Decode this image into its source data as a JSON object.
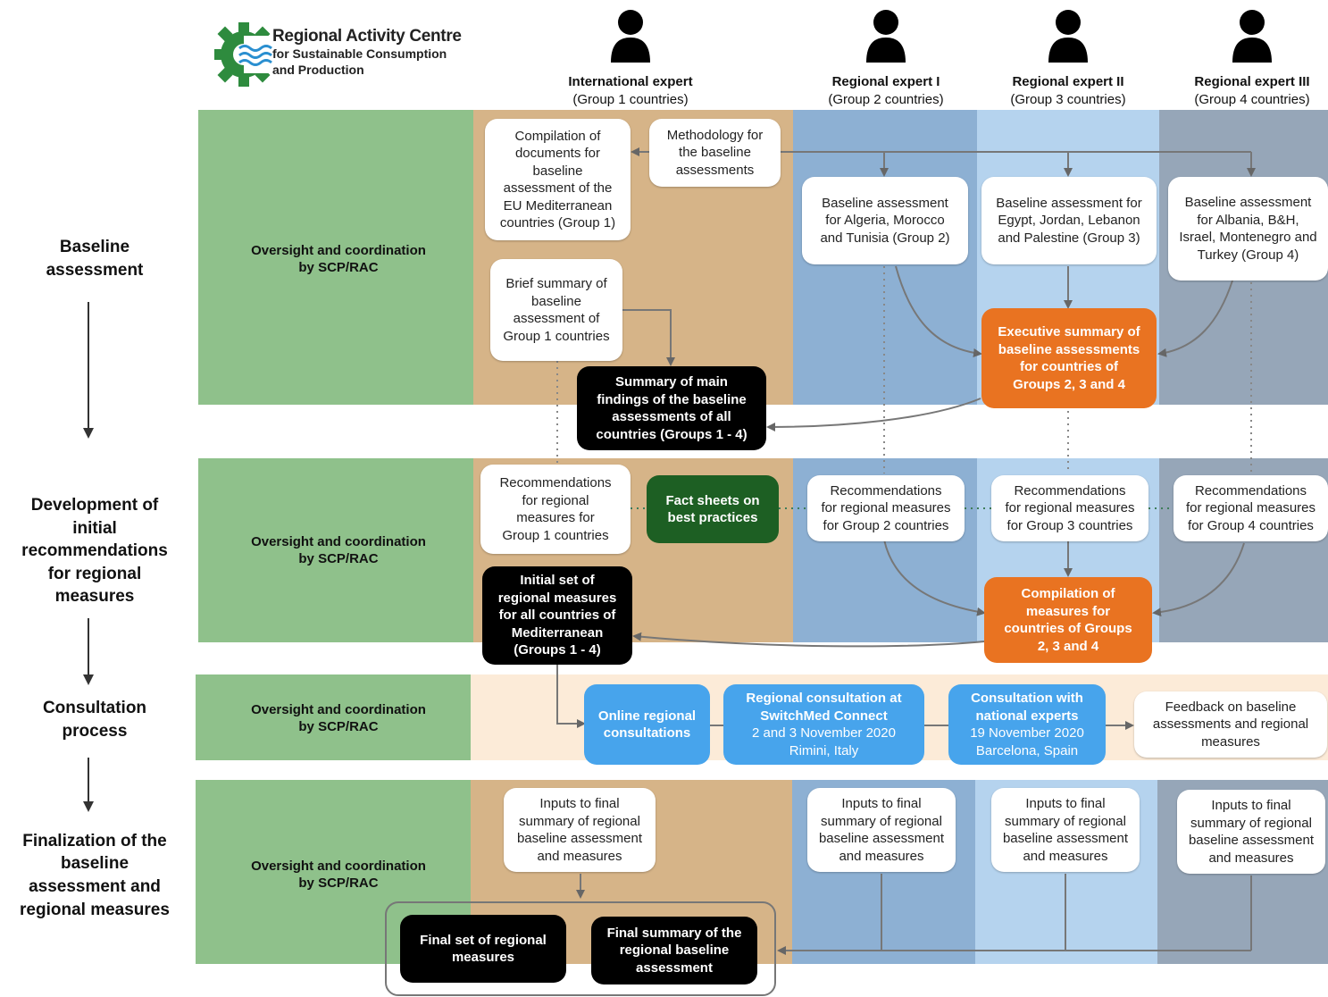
{
  "logo": {
    "line1": "Regional Activity Centre",
    "line2": "for Sustainable Consumption",
    "line3": "and Production"
  },
  "experts": [
    {
      "name": "International expert",
      "group": "(Group 1 countries)"
    },
    {
      "name": "Regional expert I",
      "group": "(Group 2 countries)"
    },
    {
      "name": "Regional expert II",
      "group": "(Group 3 countries)"
    },
    {
      "name": "Regional expert III",
      "group": "(Group 4 countries)"
    }
  ],
  "phases": [
    "Baseline\nassessment",
    "Development of\ninitial\nrecommendations\nfor regional\nmeasures",
    "Consultation\nprocess",
    "Finalization of the\nbaseline\nassessment and\nregional measures"
  ],
  "oversight": "Oversight and coordination\nby SCP/RAC",
  "row1": {
    "compilation": "Compilation of\ndocuments for\nbaseline\nassessment of the\nEU Mediterranean\ncountries (Group 1)",
    "methodology": "Methodology for\nthe baseline\nassessments",
    "brief_summary": "Brief summary of\nbaseline\nassessment of\nGroup 1 countries",
    "summary_main": "Summary of main\nfindings of the baseline\nassessments of all\ncountries (Groups 1 - 4)",
    "baseline_g2": "Baseline assessment\nfor Algeria, Morocco\nand Tunisia (Group 2)",
    "baseline_g3": "Baseline assessment for\nEgypt, Jordan, Lebanon\nand Palestine (Group 3)",
    "baseline_g4": "Baseline assessment\nfor Albania, B&H,\nIsrael, Montenegro and\nTurkey (Group 4)",
    "exec_summary": "Executive summary of\nbaseline assessments\nfor countries of\nGroups 2, 3 and 4"
  },
  "row2": {
    "rec_g1": "Recommendations\nfor regional\nmeasures for\nGroup 1 countries",
    "fact_sheets": "Fact sheets on\nbest practices",
    "rec_g2": "Recommendations\nfor regional measures\nfor Group 2 countries",
    "rec_g3": "Recommendations\nfor regional measures\nfor Group 3 countries",
    "rec_g4": "Recommendations\nfor regional measures\nfor Group 4 countries",
    "initial_set": "Initial set of\nregional measures\nfor all countries of\nMediterranean\n(Groups 1 - 4)",
    "compilation_measures": "Compilation of\nmeasures for\ncountries of Groups\n2, 3 and 4"
  },
  "row3": {
    "online": "Online regional\nconsultations",
    "switchmed_title": "Regional consultation at\nSwitchMed Connect",
    "switchmed_detail": "2 and 3 November 2020\nRimini, Italy",
    "national_title": "Consultation with\nnational experts",
    "national_detail": "19 November 2020\nBarcelona, Spain",
    "feedback": "Feedback on baseline\nassessments and regional\nmeasures"
  },
  "row4": {
    "inputs": "Inputs to final\nsummary of regional\nbaseline assessment\nand measures",
    "final_set": "Final set of regional\nmeasures",
    "final_summary": "Final summary of the\nregional baseline\nassessment"
  },
  "colors": {
    "green_band": "#8fc18b",
    "tan": "#d6b488",
    "blue1": "#8db0d3",
    "blue2": "#b5d3ee",
    "slate": "#96a6b8",
    "cream": "#fcebd8",
    "orange": "#e97321",
    "dark_green": "#1d5f23",
    "light_blue": "#47a4ec",
    "logo_green": "#2e8b3e",
    "logo_blue": "#2a8fd0"
  }
}
